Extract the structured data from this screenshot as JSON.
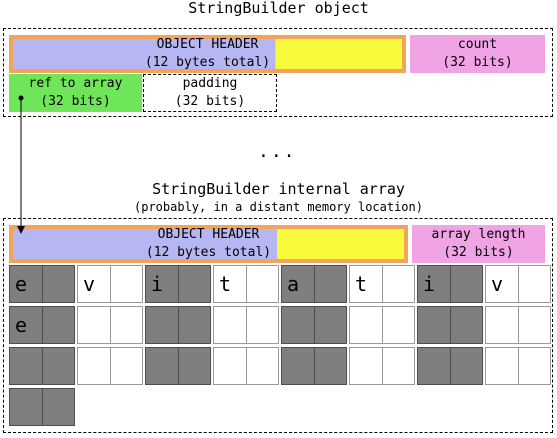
{
  "top": {
    "title": "StringBuilder object",
    "header_line1": "OBJECT HEADER",
    "header_line2": "(12 bytes total)",
    "count_line1": "count",
    "count_line2": "(32 bits)",
    "ref_line1": "ref to array",
    "ref_line2": "(32 bits)",
    "padding_line1": "padding",
    "padding_line2": "(32 bits)"
  },
  "ellipsis": "...",
  "bottom": {
    "title": "StringBuilder internal array",
    "subtitle": "(probably, in a distant memory location)",
    "header_line1": "OBJECT HEADER",
    "header_line2": "(12 bytes total)",
    "length_line1": "array length",
    "length_line2": "(32 bits)"
  },
  "colors": {
    "header_blue": "#b6b6f2",
    "header_yellow": "#fafa3c",
    "header_border": "#f2a55a",
    "pink": "#f0a4e6",
    "green": "#6fe55a",
    "gray_cell": "#7f7f7f"
  },
  "array_rows": [
    [
      {
        "char": "e",
        "dark": true
      },
      {
        "char": "",
        "dark": true
      },
      {
        "char": "v",
        "dark": false
      },
      {
        "char": "",
        "dark": false
      },
      {
        "char": "i",
        "dark": true
      },
      {
        "char": "",
        "dark": true
      },
      {
        "char": "t",
        "dark": false
      },
      {
        "char": "",
        "dark": false
      },
      {
        "char": "a",
        "dark": true
      },
      {
        "char": "",
        "dark": true
      },
      {
        "char": "t",
        "dark": false
      },
      {
        "char": "",
        "dark": false
      },
      {
        "char": "i",
        "dark": true
      },
      {
        "char": "",
        "dark": true
      },
      {
        "char": "v",
        "dark": false
      },
      {
        "char": "",
        "dark": false
      }
    ],
    [
      {
        "char": "e",
        "dark": true
      },
      {
        "char": "",
        "dark": true
      },
      {
        "char": "",
        "dark": false
      },
      {
        "char": "",
        "dark": false
      },
      {
        "char": "",
        "dark": true
      },
      {
        "char": "",
        "dark": true
      },
      {
        "char": "",
        "dark": false
      },
      {
        "char": "",
        "dark": false
      },
      {
        "char": "",
        "dark": true
      },
      {
        "char": "",
        "dark": true
      },
      {
        "char": "",
        "dark": false
      },
      {
        "char": "",
        "dark": false
      },
      {
        "char": "",
        "dark": true
      },
      {
        "char": "",
        "dark": true
      },
      {
        "char": "",
        "dark": false
      },
      {
        "char": "",
        "dark": false
      }
    ],
    [
      {
        "char": "",
        "dark": true
      },
      {
        "char": "",
        "dark": true
      },
      {
        "char": "",
        "dark": false
      },
      {
        "char": "",
        "dark": false
      },
      {
        "char": "",
        "dark": true
      },
      {
        "char": "",
        "dark": true
      },
      {
        "char": "",
        "dark": false
      },
      {
        "char": "",
        "dark": false
      },
      {
        "char": "",
        "dark": true
      },
      {
        "char": "",
        "dark": true
      },
      {
        "char": "",
        "dark": false
      },
      {
        "char": "",
        "dark": false
      },
      {
        "char": "",
        "dark": true
      },
      {
        "char": "",
        "dark": true
      },
      {
        "char": "",
        "dark": false
      },
      {
        "char": "",
        "dark": false
      }
    ],
    [
      {
        "char": "",
        "dark": true
      },
      {
        "char": "",
        "dark": true
      }
    ]
  ]
}
